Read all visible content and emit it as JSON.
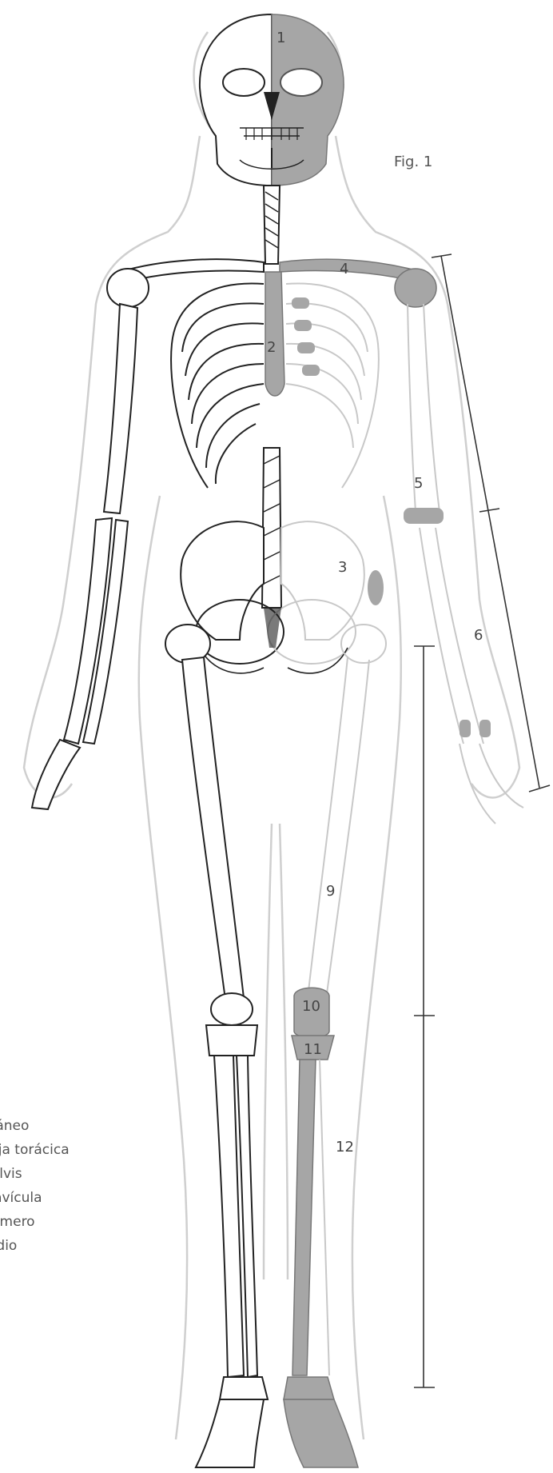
{
  "figure_label": "Fig. 1",
  "numbers": {
    "n1": "1",
    "n2": "2",
    "n3": "3",
    "n4": "4",
    "n5": "5",
    "n6": "6",
    "n9": "9",
    "n10": "10",
    "n11": "11",
    "n12": "12"
  },
  "legend": [
    "cráneo",
    "caja torácica",
    "pelvis",
    "clavícula",
    "húmero",
    "radio"
  ],
  "colors": {
    "bone_fill": "#ffffff",
    "highlight": "#a6a6a6",
    "ghost": "#cfcfcf",
    "ink": "#222222"
  }
}
